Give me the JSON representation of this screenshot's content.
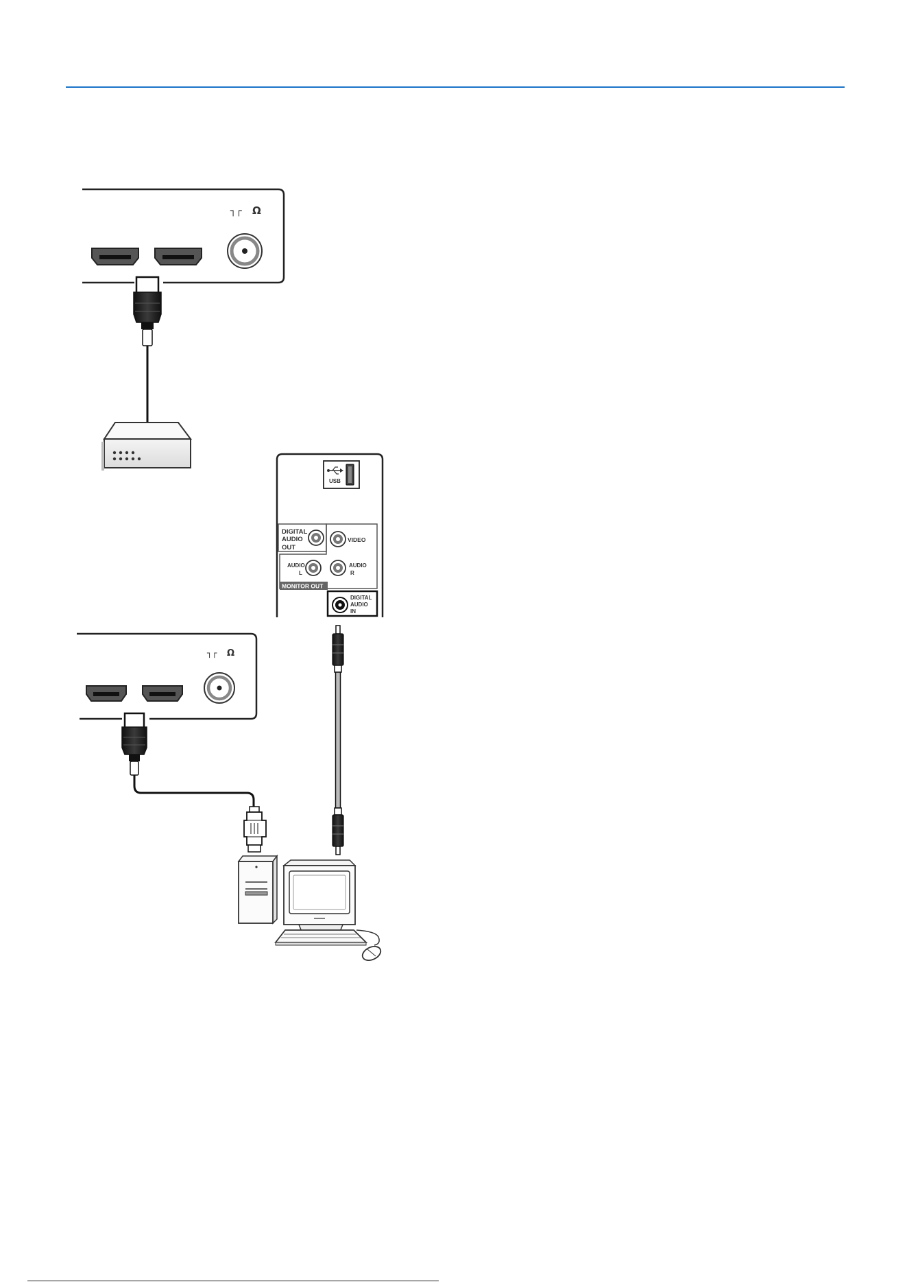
{
  "header": {
    "accent_color": "#1a73c8"
  },
  "symbols": {
    "antenna": "┐┌",
    "headphone": "Ω"
  },
  "side_panel": {
    "usb_label": "USB",
    "digital_audio_out": [
      "DIGITAL",
      "AUDIO",
      "OUT"
    ],
    "video_label": "VIDEO",
    "audio_l": [
      "AUDIO",
      "L"
    ],
    "audio_r": [
      "AUDIO",
      "R"
    ],
    "monitor_out": "MONITOR OUT",
    "digital_audio_in": [
      "DIGITAL",
      "AUDIO",
      "IN"
    ]
  },
  "icons": [
    "hdmi-port-icon",
    "antenna-port-icon",
    "hdmi-plug-icon",
    "set-top-box-icon",
    "usb-icon",
    "rca-jack-icon",
    "rca-cable-icon",
    "dvi-plug-icon",
    "pc-tower-icon",
    "crt-monitor-icon",
    "keyboard-icon",
    "mouse-icon"
  ]
}
